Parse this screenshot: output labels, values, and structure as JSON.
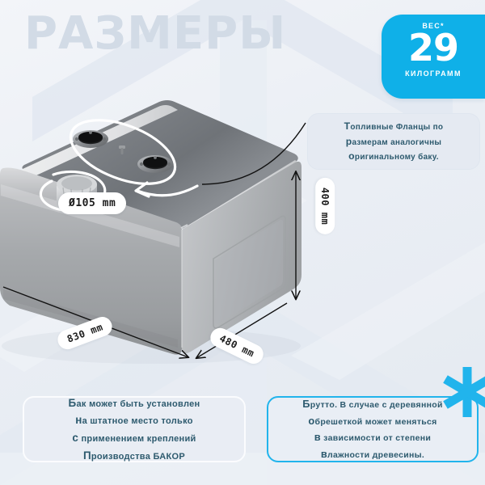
{
  "page": {
    "title": "РАЗМЕРЫ",
    "background_color": "#edf0f5",
    "accent_color": "#0fb0e8",
    "text_color": "#2d5a6e",
    "title_color": "#d2dbe6"
  },
  "weight_badge": {
    "caption": "ВЕС*",
    "value": "29",
    "unit": "КИЛОГРАММ",
    "color": "#0fb0e8"
  },
  "dimensions": {
    "diameter": "Ø105 mm",
    "length": "830 mm",
    "width": "480 mm",
    "height": "400 mm"
  },
  "callouts": {
    "flange": {
      "lines": [
        "Топливные Фланцы по",
        "размерам аналогичны",
        "оригинальному баку."
      ]
    },
    "mounting": {
      "lines": [
        "Бак может быть установлен",
        "на штатное место только",
        "с применением креплений",
        "Производства БАКОР"
      ]
    },
    "gross_weight": {
      "lines": [
        "Брутто. В случае с деревянной",
        "обрешеткой может меняться",
        "в зависимости от степени",
        "влажности древесины."
      ]
    }
  },
  "icons": {
    "asterisk": "asterisk-starburst-icon",
    "tank": "fuel-tank-illustration"
  }
}
